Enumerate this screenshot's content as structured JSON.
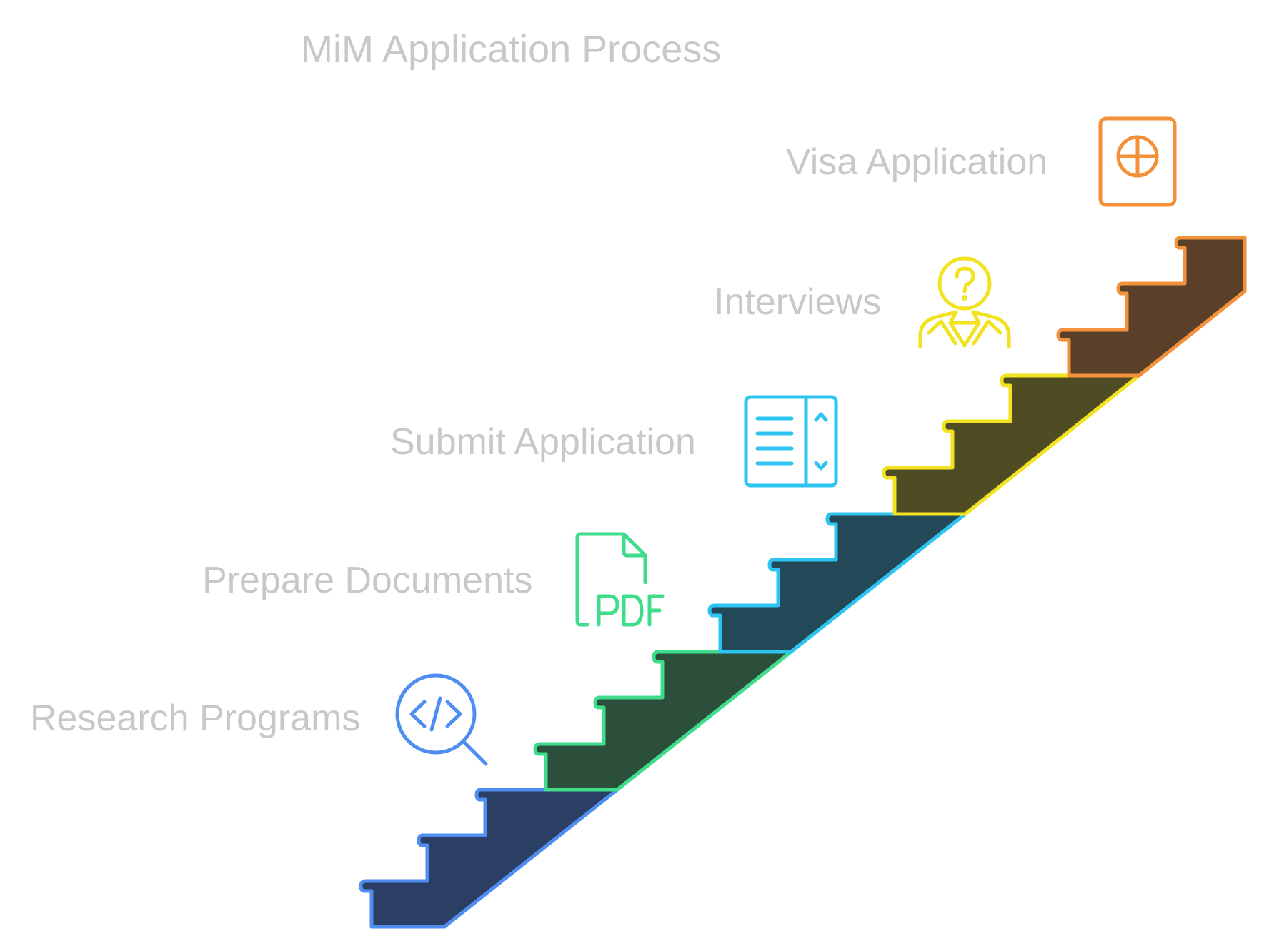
{
  "title": "MiM Application Process",
  "steps": [
    {
      "label": "Research Programs",
      "icon": "code-search-icon",
      "stroke": "#4f8ef0",
      "fill": "#2b3e63"
    },
    {
      "label": "Prepare Documents",
      "icon": "pdf-document-icon",
      "stroke": "#3fdc8c",
      "fill": "#2c4f3c"
    },
    {
      "label": "Submit Application",
      "icon": "form-list-icon",
      "stroke": "#2ec4f2",
      "fill": "#234858"
    },
    {
      "label": "Interviews",
      "icon": "interviewer-question-icon",
      "stroke": "#f2e21f",
      "fill": "#4f4c23"
    },
    {
      "label": "Visa Application",
      "icon": "passport-globe-icon",
      "stroke": "#f2913a",
      "fill": "#5a4029"
    }
  ]
}
